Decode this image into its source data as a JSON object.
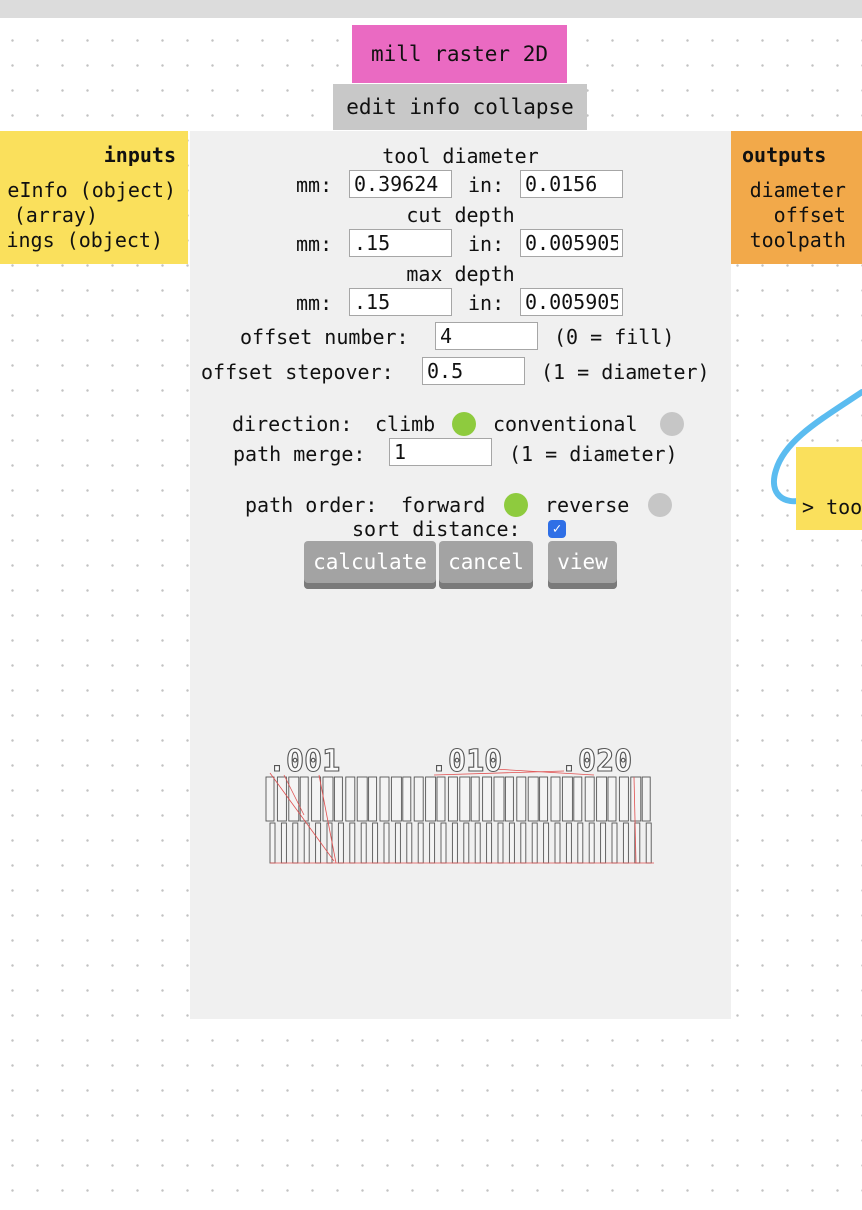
{
  "node": {
    "title": "mill raster 2D",
    "menu": {
      "edit": "edit",
      "info": "info",
      "collapse": "collapse"
    }
  },
  "inputs": {
    "header": "inputs",
    "ports": [
      "eInfo (object)",
      "(array)",
      "ings (object)"
    ]
  },
  "outputs": {
    "header": "outputs",
    "ports": [
      "diameter (",
      "offset (",
      "toolpath ("
    ]
  },
  "panel": {
    "tool_diameter": {
      "label": "tool diameter",
      "mm_label": "mm:",
      "mm_value": "0.39624",
      "in_label": "in:",
      "in_value": "0.0156"
    },
    "cut_depth": {
      "label": "cut depth",
      "mm_label": "mm:",
      "mm_value": ".15",
      "in_label": "in:",
      "in_value": "0.005905"
    },
    "max_depth": {
      "label": "max depth",
      "mm_label": "mm:",
      "mm_value": ".15",
      "in_label": "in:",
      "in_value": "0.005905"
    },
    "offset_number": {
      "label": "offset number:",
      "value": "4",
      "hint": "(0 = fill)"
    },
    "offset_stepover": {
      "label": "offset stepover:",
      "value": "0.5",
      "hint": "(1 = diameter)"
    },
    "direction": {
      "label": "direction:",
      "option_a": "climb",
      "option_b": "conventional",
      "selected": "climb"
    },
    "path_merge": {
      "label": "path merge:",
      "value": "1",
      "hint": "(1 = diameter)"
    },
    "path_order": {
      "label": "path order:",
      "option_a": "forward",
      "option_b": "reverse",
      "selected": "forward"
    },
    "sort_distance": {
      "label": "sort distance:",
      "checked": true
    },
    "buttons": {
      "calculate": "calculate",
      "cancel": "cancel",
      "view": "view"
    },
    "preview": {
      "labels": [
        ".001",
        ".010",
        ".020"
      ]
    }
  },
  "tool_node": {
    "label": "> too"
  },
  "colors": {
    "title_bg": "#ea6ac2",
    "inputs_bg": "#fae05c",
    "outputs_bg": "#f2a94a",
    "radio_on": "#8ecb3e",
    "radio_off": "#c6c6c6",
    "checkbox": "#2f6fe6",
    "wire": "#5bbcf0",
    "toolpath": "#e05050"
  }
}
